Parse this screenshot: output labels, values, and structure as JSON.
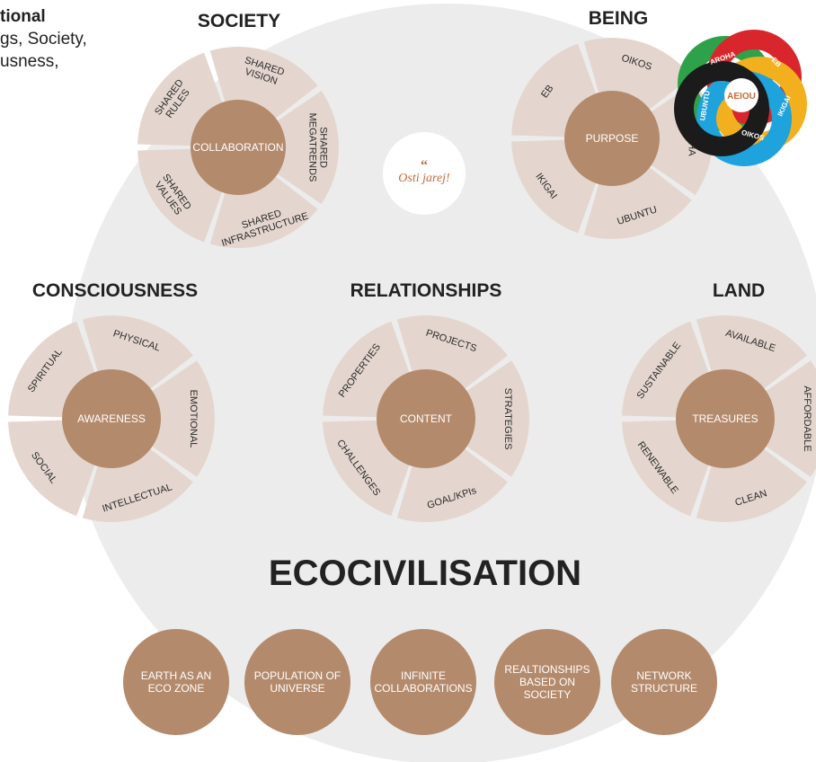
{
  "intro": {
    "title": "tional",
    "line1": "gs, Society,",
    "line2": "usness,"
  },
  "quote": {
    "mark": "“",
    "text": "Osti jarej!"
  },
  "main_title": "ECOCIVILISATION",
  "colors": {
    "big_circle": "#ececec",
    "petal": "#e4d6ce",
    "center": "#b48a6c",
    "bubble": "#b48a6c",
    "text": "#222222",
    "accent": "#c56a3a"
  },
  "wheels": [
    {
      "id": "society",
      "title": "SOCIETY",
      "center": "COLLABORATION",
      "segments": [
        "SHARED VISION",
        "SHARED MEGATRENDS",
        "SHARED INFRASTRUCTURE",
        "SHARED VALUES",
        "SHARED RULES"
      ]
    },
    {
      "id": "being",
      "title": "BEING",
      "center": "PURPOSE",
      "segments": [
        "OIKOS",
        "AROHA",
        "UBUNTU",
        "IKIGAI",
        "EB"
      ]
    },
    {
      "id": "consciousness",
      "title": "CONSCIOUSNESS",
      "center": "AWARENESS",
      "segments": [
        "PHYSICAL",
        "EMOTIONAL",
        "INTELLECTUAL",
        "SOCIAL",
        "SPIRITUAL"
      ]
    },
    {
      "id": "relationships",
      "title": "RELATIONSHIPS",
      "center": "CONTENT",
      "segments": [
        "PROJECTS",
        "STRATEGIES",
        "GOAL/KPIs",
        "CHALLENGES",
        "PROPERTIES"
      ]
    },
    {
      "id": "land",
      "title": "LAND",
      "center": "TREASURES",
      "segments": [
        "AVAILABLE",
        "AFFORDABLE",
        "CLEAN",
        "RENEWABLE",
        "SUSTAINABLE"
      ]
    }
  ],
  "logo": {
    "center": "AEIOU",
    "rings": [
      "AROHA",
      "EB",
      "IKIGAI",
      "OIKOS",
      "UBUNTU"
    ],
    "ring_colors": [
      "#2ea24a",
      "#d9262c",
      "#f2b01e",
      "#1fa3dc",
      "#1b1b1b"
    ]
  },
  "bubbles": [
    "EARTH AS AN ECO ZONE",
    "POPULATION OF UNIVERSE",
    "INFINITE COLLABORATIONS",
    "REALTIONSHIPS BASED ON SOCIETY",
    "NETWORK STRUCTURE"
  ]
}
